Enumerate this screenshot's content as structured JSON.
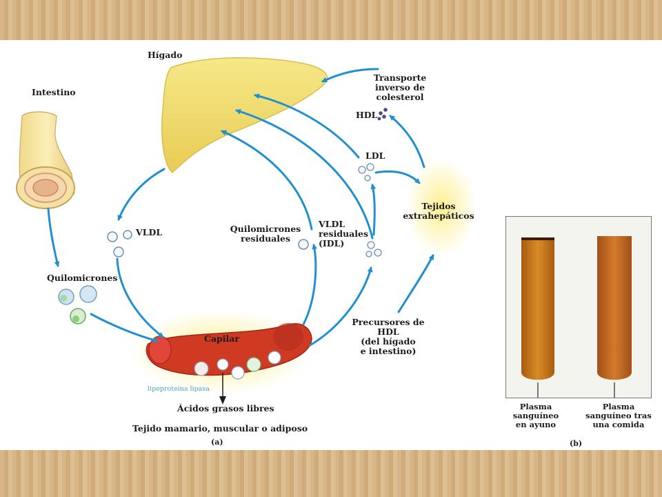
{
  "colors": {
    "arrow": "#1f8fd0",
    "liver": "#f2df73",
    "capillary": "#c9301f",
    "background_frame": "#d8b586"
  },
  "labels": {
    "higado": "Hígado",
    "intestino": "Intestino",
    "quilomicrones": "Quilomicrones",
    "vldl": "VLDL",
    "quilomicrones_residuales": "Quilomicrones\nresiduales",
    "vldl_residuales": "VLDL\nresiduales\n(IDL)",
    "ldl": "LDL",
    "hdl": "HDL",
    "transporte_inverso": "Transporte\ninverso de\ncolesterol",
    "tejidos_extrahepaticos": "Tejidos\nextrahepáticos",
    "capilar": "Capilar",
    "lipoproteina_lipasa": "lipoproteína lipasa",
    "acidos_grasos": "Ácidos grasos libres",
    "precursores_hdl": "Precursores de HDL\n(del hígado\ne intestino)",
    "tejido_mamario": "Tejido mamario, muscular o adiposo",
    "panel_a": "(a)",
    "panel_b": "(b)",
    "plasma_ayuno": "Plasma\nsanguíneo\nen ayuno",
    "plasma_comida": "Plasma\nsanguíneo tras\nuna comida"
  }
}
